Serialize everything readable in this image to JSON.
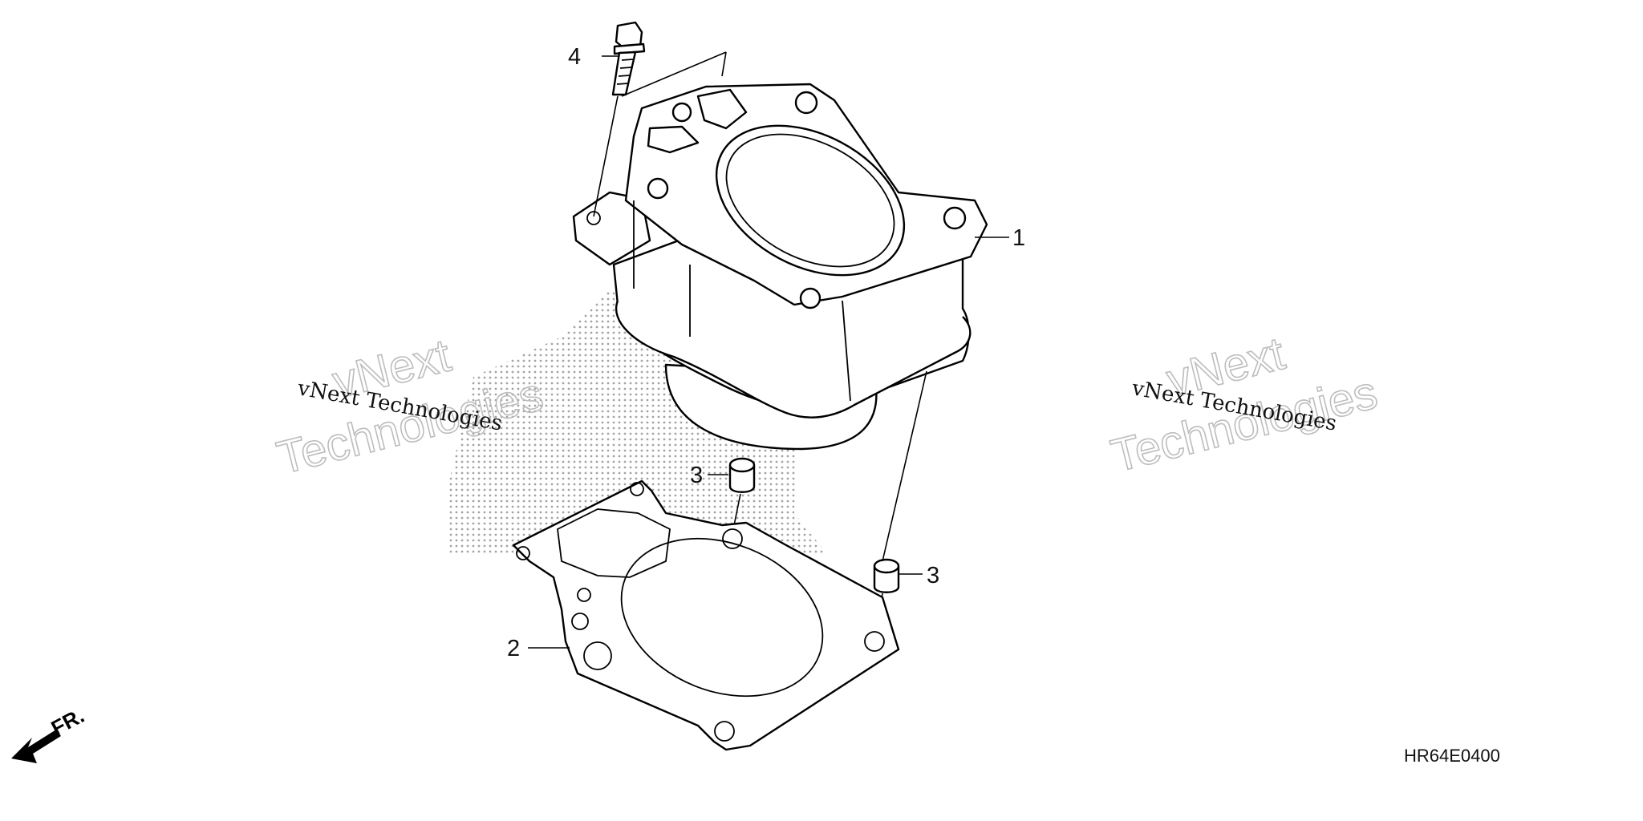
{
  "diagram": {
    "callouts": [
      {
        "id": "cylinder",
        "label": "1"
      },
      {
        "id": "gasket",
        "label": "2"
      },
      {
        "id": "dowel_upper",
        "label": "3"
      },
      {
        "id": "dowel_lower",
        "label": "3"
      },
      {
        "id": "bolt",
        "label": "4"
      }
    ],
    "direction_label": "FR.",
    "diagram_code": "HR64E0400",
    "watermarks": [
      {
        "small": "vNext Technologies",
        "big_line1": "vNext",
        "big_line2": "Technologies"
      },
      {
        "small": "vNext Technologies",
        "big_line1": "vNext",
        "big_line2": "Technologies"
      }
    ]
  }
}
